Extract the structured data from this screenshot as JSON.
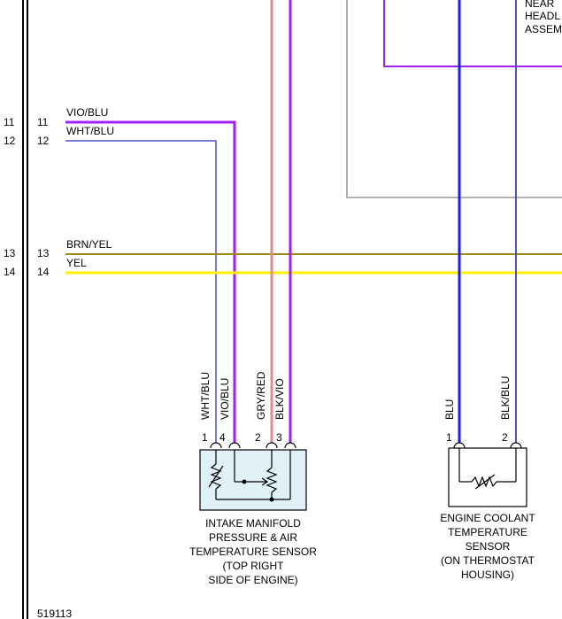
{
  "pins_left": [
    {
      "outer": "11",
      "inner": "11",
      "wire": "VIO/BLU",
      "color": "#a020f0"
    },
    {
      "outer": "12",
      "inner": "12",
      "wire": "WHT/BLU",
      "color": "#4a52c8"
    },
    {
      "outer": "13",
      "inner": "13",
      "wire": "BRN/YEL",
      "color": "#9b8a10"
    },
    {
      "outer": "14",
      "inner": "14",
      "wire": "YEL",
      "color": "#ffee00"
    }
  ],
  "sensor_map": {
    "pins": [
      {
        "num": "1",
        "wire": "WHT/BLU"
      },
      {
        "num": "4",
        "wire": "VIO/BLU"
      },
      {
        "num": "2",
        "wire": "GRY/RED"
      },
      {
        "num": "3",
        "wire": "BLK/VIO"
      }
    ],
    "caption": [
      "INTAKE MANIFOLD",
      "PRESSURE & AIR",
      "TEMPERATURE SENSOR",
      "(TOP RIGHT",
      "SIDE OF ENGINE)"
    ]
  },
  "sensor_ect": {
    "pins": [
      {
        "num": "1",
        "wire": "BLU"
      },
      {
        "num": "2",
        "wire": "BLK/BLU"
      }
    ],
    "caption": [
      "ENGINE COOLANT",
      "TEMPERATURE",
      "SENSOR",
      "(ON THERMOSTAT",
      "HOUSING)"
    ]
  },
  "top_right_label": [
    "NEAR",
    "HEADL",
    "ASSEM"
  ],
  "diagram_id": "519113",
  "colors": {
    "violet": "#a020f0",
    "white_blue": "#4a52c8",
    "gray_red": "#e08c8c",
    "blue": "#1a1aff",
    "black_blue": "#4a52c8",
    "brown_yellow": "#9b8a10",
    "yellow": "#ffee00",
    "gray_box": "#b0b0b0",
    "sensor_fill": "#dff0f7"
  }
}
